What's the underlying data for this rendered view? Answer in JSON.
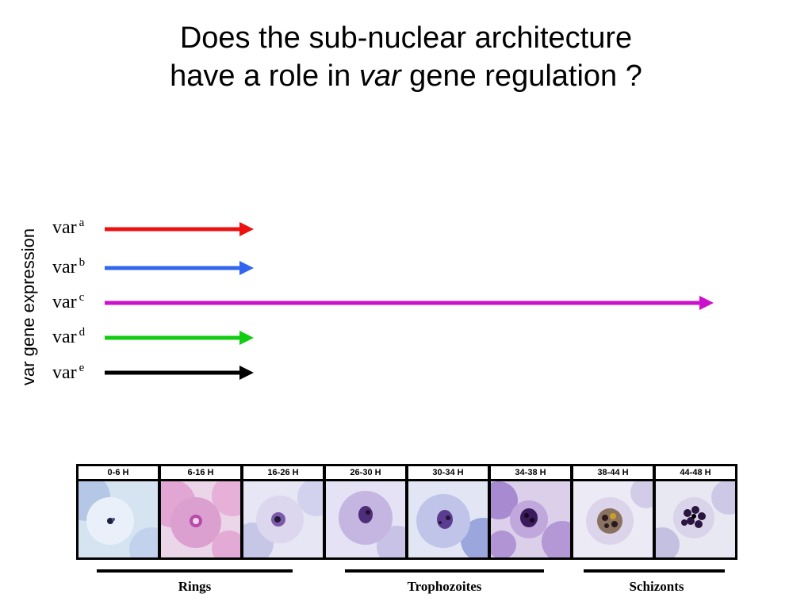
{
  "title": {
    "line1": "Does the sub-nuclear architecture",
    "line2_pre": "have a role in ",
    "line2_italic": "var",
    "line2_post": " gene regulation ?"
  },
  "y_axis_label": "var gene expression",
  "var_genes": [
    {
      "name": "var",
      "sup": "a",
      "color": "#ee1111",
      "extent": "short"
    },
    {
      "name": "var",
      "sup": "b",
      "color": "#3366ee",
      "extent": "short"
    },
    {
      "name": "var",
      "sup": "c",
      "color": "#cc11cc",
      "extent": "full"
    },
    {
      "name": "var",
      "sup": "d",
      "color": "#11cc11",
      "extent": "short"
    },
    {
      "name": "var",
      "sup": "e",
      "color": "#000000",
      "extent": "short"
    }
  ],
  "timepoints": [
    "0-6 H",
    "6-16 H",
    "16-26 H",
    "26-30 H",
    "30-34 H",
    "34-38 H",
    "38-44 H",
    "44-48 H"
  ],
  "stages": [
    "Rings",
    "Trophozoites",
    "Schizonts"
  ]
}
